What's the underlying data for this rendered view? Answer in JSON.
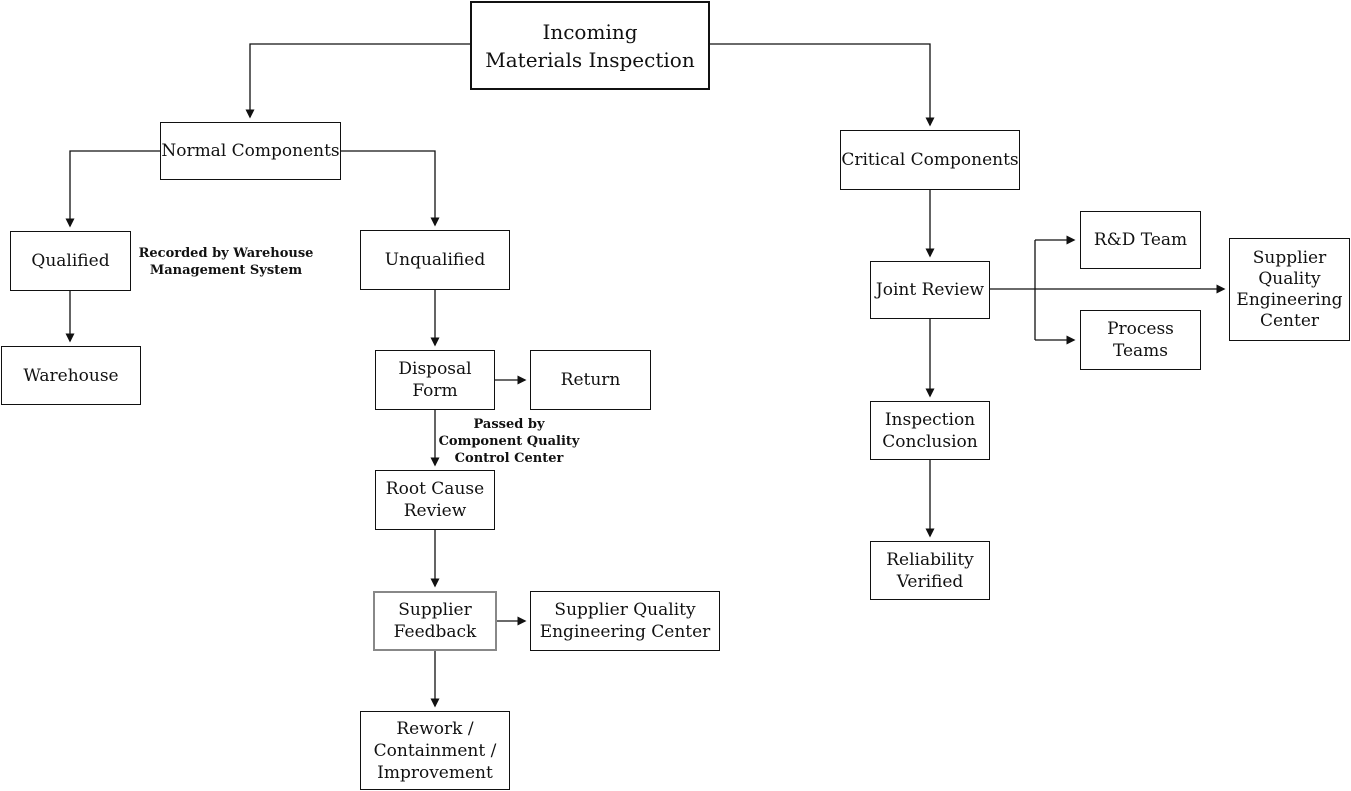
{
  "diagram": {
    "type": "flowchart",
    "background_color": "#ffffff",
    "line_color": "#111111",
    "highlight_border_color": "#888888",
    "nodes": {
      "incoming": {
        "label": "Incoming\nMaterials Inspection"
      },
      "normal": {
        "label": "Normal Components"
      },
      "critical": {
        "label": "Critical Components"
      },
      "qualified": {
        "label": "Qualified"
      },
      "unqualified": {
        "label": "Unqualified"
      },
      "warehouse": {
        "label": "Warehouse"
      },
      "disposal_form": {
        "label": "Disposal\nForm"
      },
      "return": {
        "label": "Return"
      },
      "root_cause_review": {
        "label": "Root Cause\nReview"
      },
      "supplier_feedback": {
        "label": "Supplier\nFeedback"
      },
      "sqec_left": {
        "label": "Supplier Quality\nEngineering Center"
      },
      "rework": {
        "label": "Rework /\nContainment /\nImprovement"
      },
      "joint_review": {
        "label": "Joint Review"
      },
      "rd_team": {
        "label": "R&D Team"
      },
      "process_teams": {
        "label": "Process\nTeams"
      },
      "sqec_right": {
        "label": "Supplier\nQuality\nEngineering\nCenter"
      },
      "inspection_conclusion": {
        "label": "Inspection\nConclusion"
      },
      "reliability_verified": {
        "label": "Reliability\nVerified"
      }
    },
    "annotations": {
      "recorded_by": {
        "label": "Recorded by Warehouse\nManagement System"
      },
      "passed_by": {
        "label": "Passed by\nComponent Quality\nControl Center"
      }
    },
    "edges": [
      {
        "from": "incoming",
        "to": "normal"
      },
      {
        "from": "incoming",
        "to": "critical"
      },
      {
        "from": "normal",
        "to": "qualified"
      },
      {
        "from": "normal",
        "to": "unqualified"
      },
      {
        "from": "qualified",
        "to": "warehouse"
      },
      {
        "from": "unqualified",
        "to": "disposal_form"
      },
      {
        "from": "disposal_form",
        "to": "return"
      },
      {
        "from": "disposal_form",
        "to": "root_cause_review"
      },
      {
        "from": "root_cause_review",
        "to": "supplier_feedback"
      },
      {
        "from": "supplier_feedback",
        "to": "sqec_left"
      },
      {
        "from": "supplier_feedback",
        "to": "rework"
      },
      {
        "from": "critical",
        "to": "joint_review"
      },
      {
        "from": "joint_review",
        "to": "rd_team"
      },
      {
        "from": "joint_review",
        "to": "process_teams"
      },
      {
        "from": "joint_review",
        "to": "sqec_right"
      },
      {
        "from": "joint_review",
        "to": "inspection_conclusion"
      },
      {
        "from": "inspection_conclusion",
        "to": "reliability_verified"
      }
    ]
  }
}
